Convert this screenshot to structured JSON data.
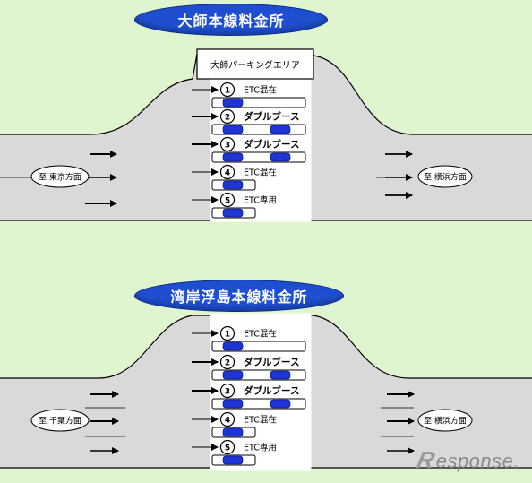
{
  "diagrams": [
    {
      "title": "大師本線料金所",
      "building_label": "大師パーキングエリア",
      "left_destination": "至 東京方面",
      "right_destination": "至 横浜方面",
      "lanes": [
        {
          "number": "1",
          "label": "ETC混在",
          "type": "single"
        },
        {
          "number": "2",
          "label": "ダブルブース",
          "type": "double"
        },
        {
          "number": "3",
          "label": "ダブルブース",
          "type": "double"
        },
        {
          "number": "4",
          "label": "ETC混在",
          "type": "single"
        },
        {
          "number": "5",
          "label": "ETC専用",
          "type": "single"
        }
      ]
    },
    {
      "title": "湾岸浮島本線料金所",
      "building_label": "",
      "left_destination": "至 千葉方面",
      "right_destination": "至 横浜方面",
      "lanes": [
        {
          "number": "1",
          "label": "ETC混在",
          "type": "single"
        },
        {
          "number": "2",
          "label": "ダブルブース",
          "type": "double"
        },
        {
          "number": "3",
          "label": "ダブルブース",
          "type": "double"
        },
        {
          "number": "4",
          "label": "ETC混在",
          "type": "single"
        },
        {
          "number": "5",
          "label": "ETC専用",
          "type": "single"
        }
      ]
    }
  ],
  "watermark": "Response.",
  "colors": {
    "background": "#dff5cf",
    "road": "#d9d9d9",
    "booth_box": "#ffffff",
    "car": "#1d35d6",
    "title_pill": "#1f4fd0"
  }
}
